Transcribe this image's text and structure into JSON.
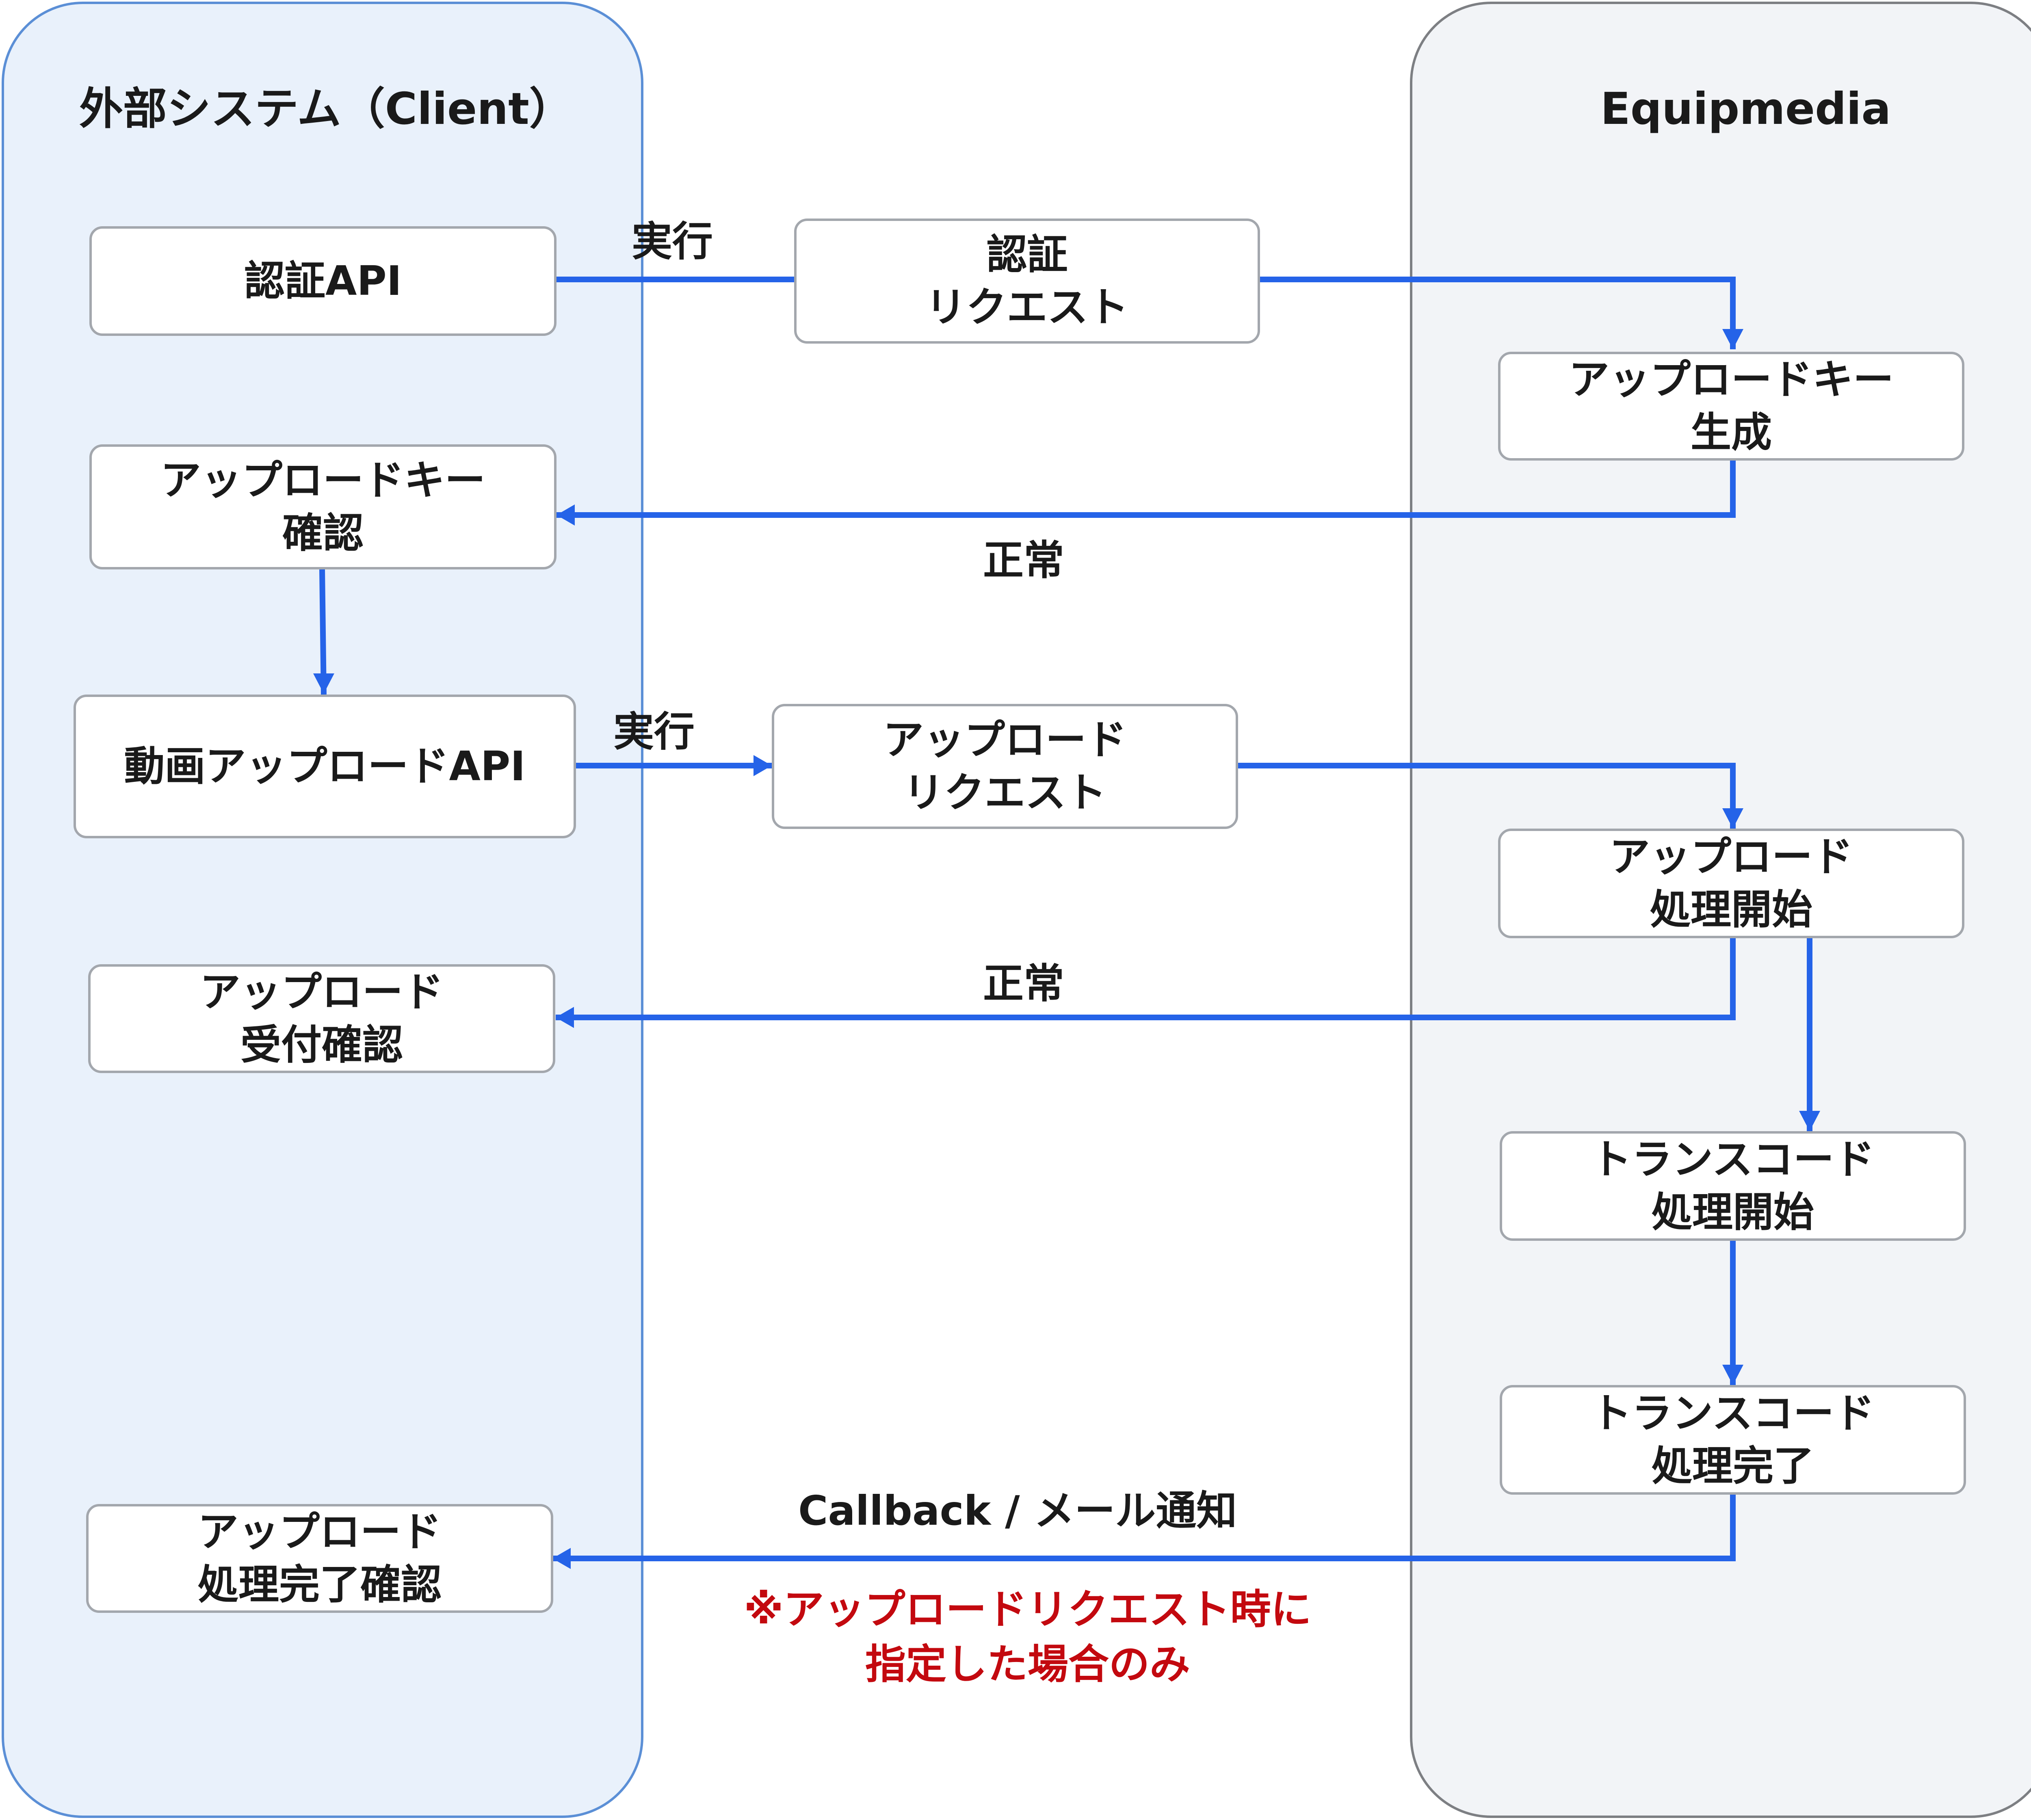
{
  "lanes": {
    "client": {
      "title": "外部システム（Client）"
    },
    "equipmedia": {
      "title": "Equipmedia"
    }
  },
  "boxes": {
    "auth_api": "認証API",
    "auth_request": "認証\nリクエスト",
    "upload_key_generate": "アップロードキー\n生成",
    "upload_key_confirm": "アップロードキー\n確認",
    "video_upload_api": "動画アップロードAPI",
    "upload_request": "アップロード\nリクエスト",
    "upload_process_start": "アップロード\n処理開始",
    "upload_accept_confirm": "アップロード\n受付確認",
    "transcode_start": "トランスコード\n処理開始",
    "transcode_complete": "トランスコード\n処理完了",
    "upload_complete_confirm": "アップロード\n処理完了確認"
  },
  "labels": {
    "execute_1": "実行",
    "normal_1": "正常",
    "execute_2": "実行",
    "normal_2": "正常",
    "callback": "Callback / メール通知"
  },
  "note": "※アップロードリクエスト時に\n指定した場合のみ",
  "colors": {
    "arrow": "#2563e8",
    "note": "#c3090f",
    "client_lane_fill": "#e9f1fb",
    "client_lane_border": "#5b8fd6",
    "equip_lane_fill": "#f2f4f7",
    "equip_lane_border": "#7d7f83"
  }
}
